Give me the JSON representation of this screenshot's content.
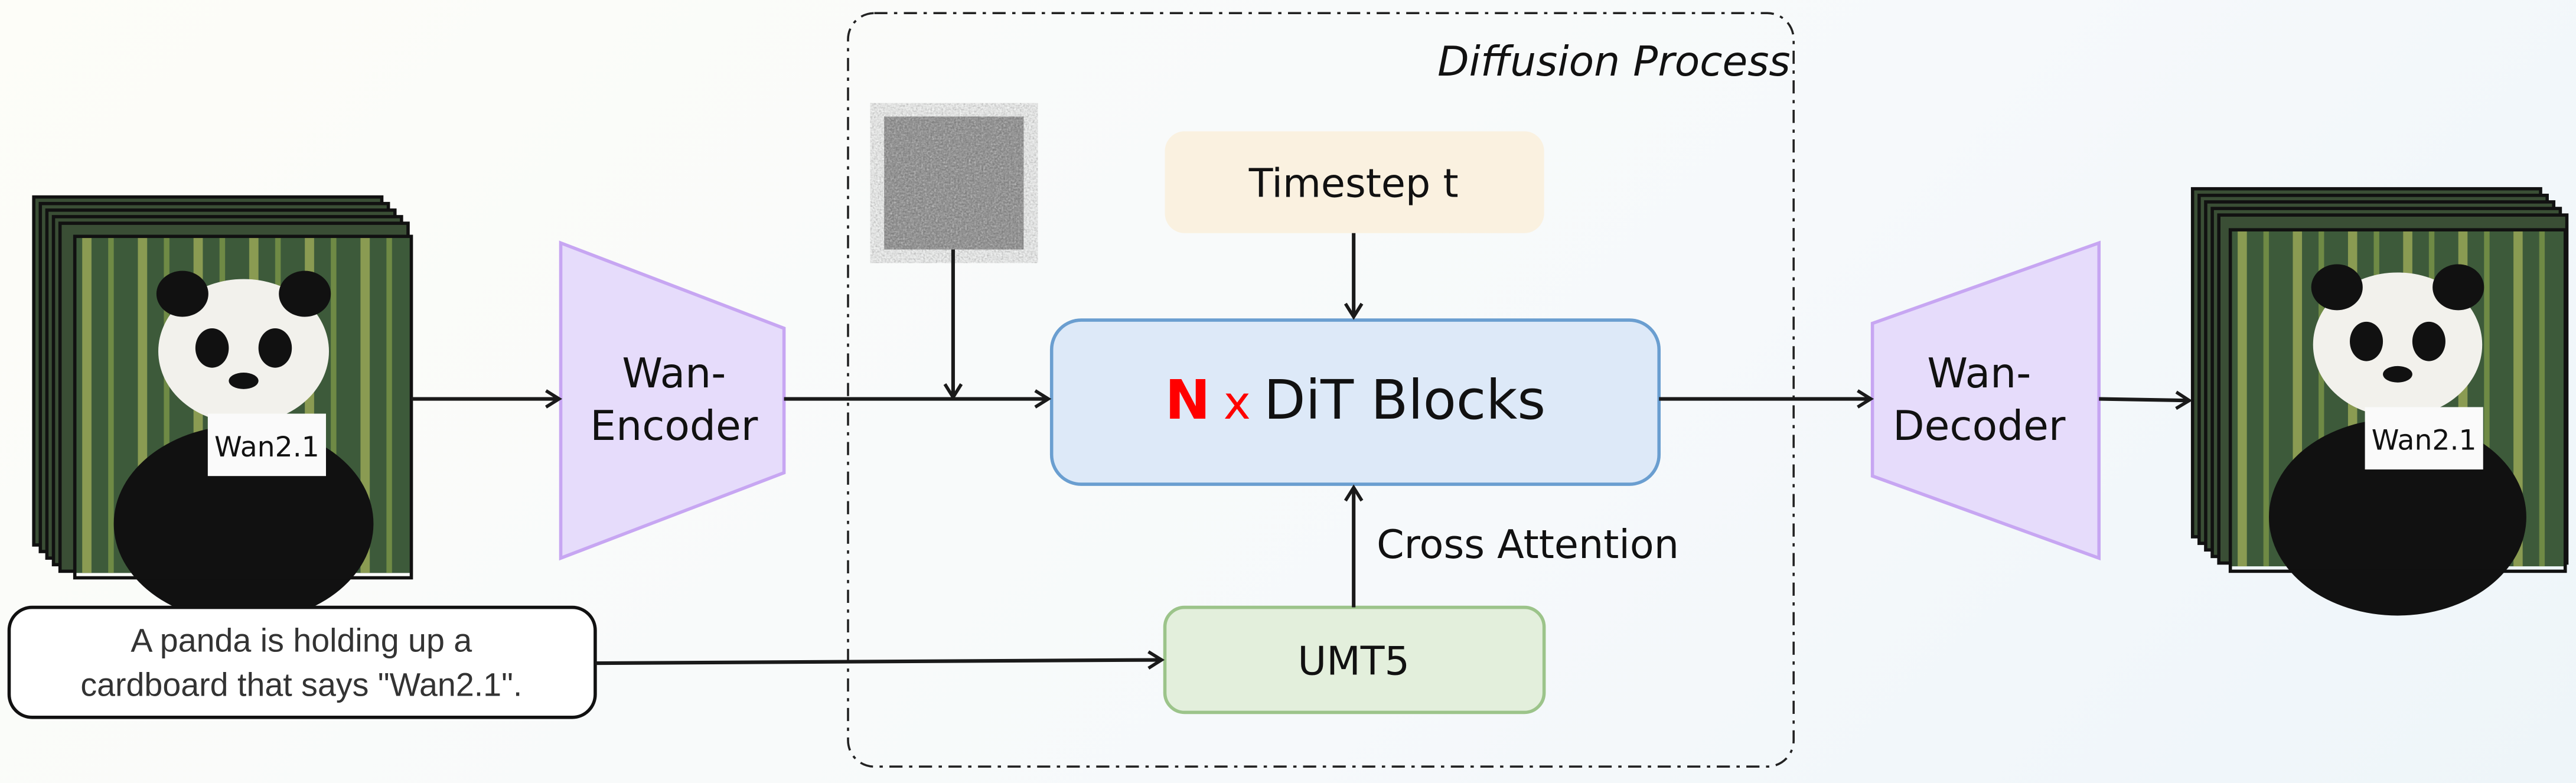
{
  "diffusion_label": "Diffusion Process",
  "encoder_label": [
    "Wan-",
    "Encoder"
  ],
  "decoder_label": [
    "Wan-",
    "Decoder"
  ],
  "timestep_label": "Timestep t",
  "dit_label": {
    "n": "N",
    "x": "x",
    "text": "DiT Blocks"
  },
  "cross_attention_label": "Cross Attention",
  "umt5_label": "UMT5",
  "prompt_text": [
    "A panda is holding up a",
    "cardboard that says \"Wan2.1\"."
  ],
  "input_video_sign": "Wan2.1",
  "output_video_sign": "Wan2.1",
  "colors": {
    "encoder_fill": "#e6dcfb",
    "encoder_stroke": "#c7a6f2",
    "timestep_fill": "#faf1e0",
    "dit_fill": "#dde9f8",
    "dit_stroke": "#6a9ed0",
    "umt5_fill": "#e3efdc",
    "umt5_stroke": "#9cc48a",
    "accent_red": "#ff0000"
  }
}
